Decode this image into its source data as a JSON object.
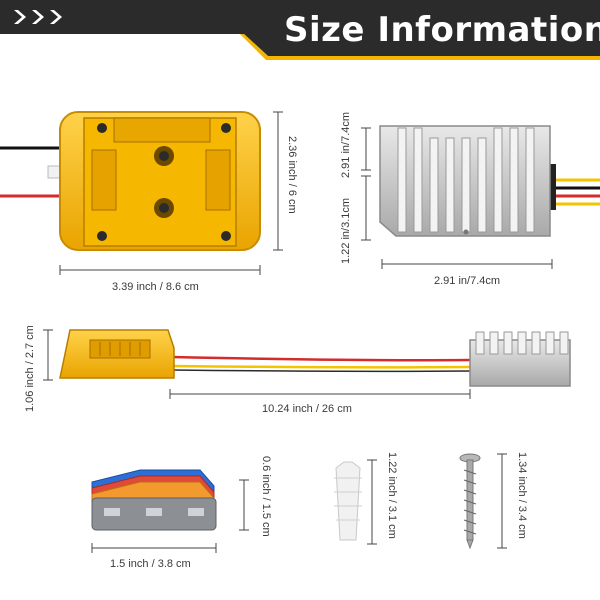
{
  "header": {
    "title": "Size Information",
    "colors": {
      "dark": "#2b2b2b",
      "accent": "#f4b400",
      "text": "#ffffff"
    }
  },
  "adapter_top": {
    "width_label": "3.39 inch / 8.6 cm",
    "height_label": "2.36 inch / 6 cm"
  },
  "converter_top": {
    "width_label": "2.91 in/7.4cm",
    "depth_label": "2.91 in/7.4cm",
    "height_label": "1.22 in/3.1cm"
  },
  "assembly_side": {
    "length_label": "10.24 inch / 26 cm",
    "height_label": "1.06 inch / 2.7 cm"
  },
  "connector": {
    "width_label": "1.5 inch / 3.8 cm",
    "height_label": "0.6 inch / 1.5 cm"
  },
  "anchor": {
    "length_label": "1.22 inch / 3.1 cm"
  },
  "screw": {
    "length_label": "1.34 inch / 3.4 cm"
  }
}
